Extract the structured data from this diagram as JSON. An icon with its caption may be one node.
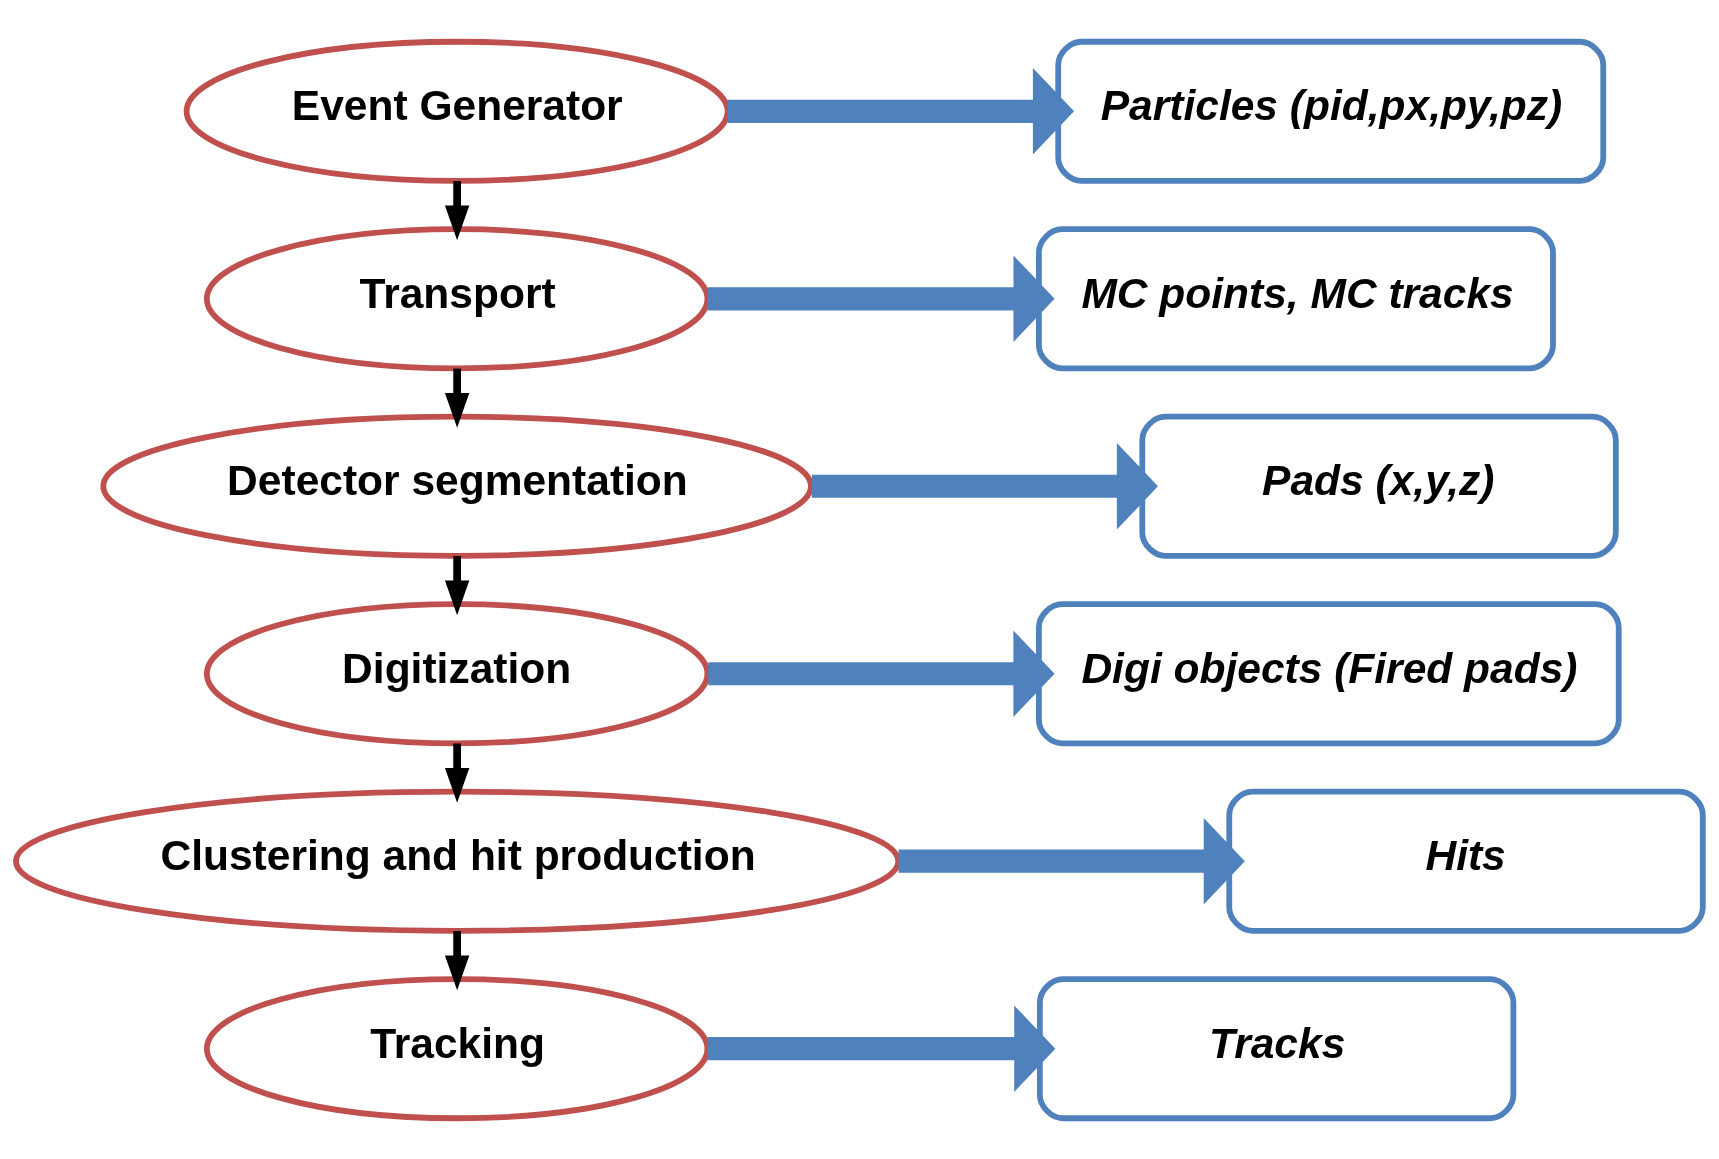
{
  "diagram": {
    "nodes": [
      {
        "text": [
          "Event Generator"
        ]
      },
      {
        "text": [
          "Particles (pid,px,py,pz)"
        ]
      },
      {
        "text": [
          "Transport"
        ]
      },
      {
        "text": [
          "MC points, MC tracks"
        ]
      },
      {
        "text": [
          "Detector segmentation"
        ]
      },
      {
        "text": [
          "Pads (x,y,z)"
        ]
      },
      {
        "text": [
          "Digitization"
        ]
      },
      {
        "text": [
          "Digi objects (Fired pads)"
        ]
      },
      {
        "text": [
          "Clustering and hit production"
        ]
      },
      {
        "text": [
          "Hits"
        ]
      },
      {
        "text": [
          "Tracking"
        ]
      },
      {
        "text": [
          "Tracks"
        ]
      }
    ],
    "edges": [
      {
        "from": 0,
        "to": 1,
        "arrow": "to"
      },
      {
        "from": 0,
        "to": 2,
        "arrow": "to",
        "color": "#000000"
      },
      {
        "from": 2,
        "to": 3,
        "arrow": "to"
      },
      {
        "from": 2,
        "to": 4,
        "arrow": "to",
        "color": "#000000"
      },
      {
        "from": 4,
        "to": 5,
        "arrow": "to"
      },
      {
        "from": 4,
        "to": 6,
        "arrow": "to",
        "color": "#000000"
      },
      {
        "from": 6,
        "to": 7,
        "arrow": "to"
      },
      {
        "from": 6,
        "to": 8,
        "arrow": "to",
        "color": "#000000"
      },
      {
        "from": 8,
        "to": 9,
        "arrow": "to"
      },
      {
        "from": 8,
        "to": 10,
        "arrow": "to",
        "color": "#000000"
      },
      {
        "from": 10,
        "to": 11,
        "arrow": "to"
      }
    ]
  }
}
